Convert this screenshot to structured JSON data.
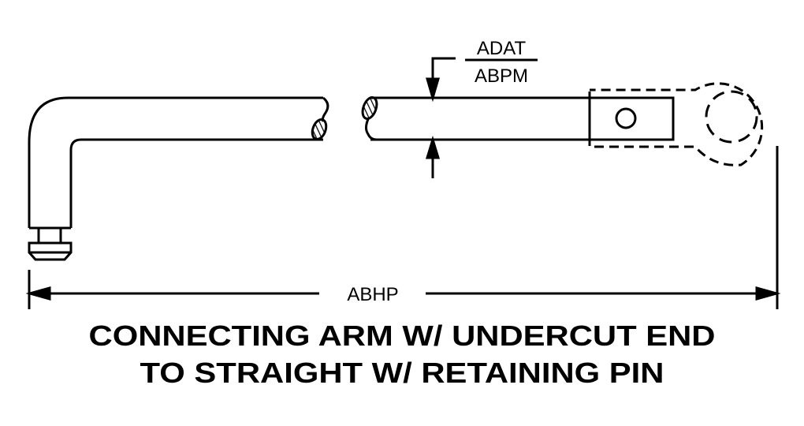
{
  "diagram": {
    "title_lines": [
      "CONNECTING ARM W/ UNDERCUT END",
      "TO STRAIGHT W/ RETAINING PIN"
    ],
    "dimensions": {
      "diameter_upper": "ADAT",
      "diameter_lower": "ABPM",
      "overall_length": "ABHP"
    },
    "colors": {
      "line": "#000000",
      "background": "#ffffff"
    }
  }
}
